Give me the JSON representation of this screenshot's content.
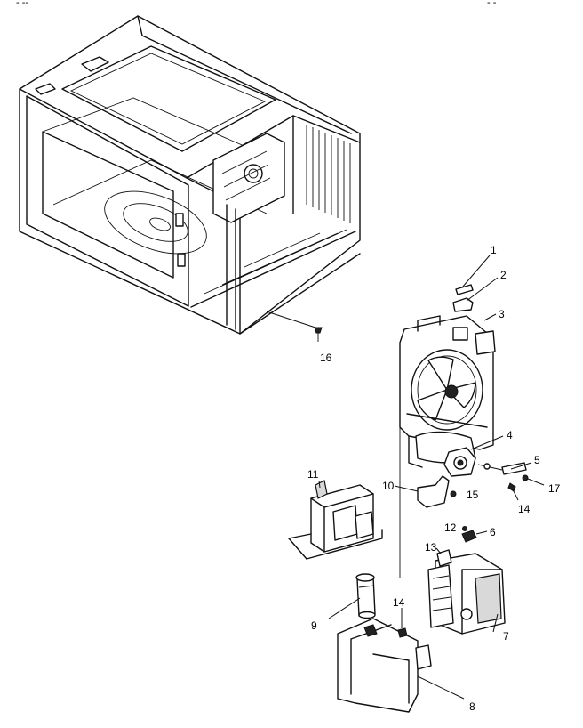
{
  "corner_marks": {
    "left": "- --",
    "right": "- -"
  },
  "labels": {
    "n1": "1",
    "n2": "2",
    "n3": "3",
    "n4": "4",
    "n5": "5",
    "n6": "6",
    "n7": "7",
    "n8": "8",
    "n9": "9",
    "n10": "10",
    "n11": "11",
    "n12": "12",
    "n13": "13",
    "n14a": "14",
    "n14b": "14",
    "n15": "15",
    "n16": "16",
    "n17": "17"
  }
}
